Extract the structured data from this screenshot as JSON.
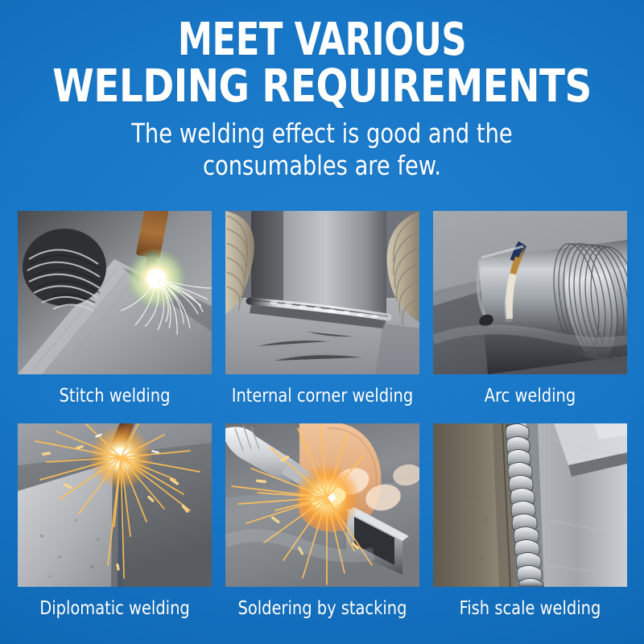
{
  "theme": {
    "background_blue": "#1374c4",
    "background_blue_light": "#2180cf",
    "background_blue_dark": "#0a5ea8",
    "text_white": "#ffffff"
  },
  "heading": {
    "line1": "MEET VARIOUS",
    "line2": "WELDING REQUIREMENTS"
  },
  "subheading": {
    "line1": "The welding effect is good and the",
    "line2": "consumables are few."
  },
  "gallery": {
    "rows": [
      {
        "items": [
          {
            "caption": "Stitch welding",
            "image_name": "stitch-welding-photo",
            "description": "Close-up of a torch tip making a stitch weld on a steel plate with a bright white arc and a spray of white sparks; a coil of steel wire rests at the left."
          },
          {
            "caption": "Internal corner welding",
            "image_name": "internal-corner-welding-photo",
            "description": "A finished fillet bead running along the inside corner joint of two brushed steel plates, with coiled rope-like wire on either side."
          },
          {
            "caption": "Arc welding",
            "image_name": "arc-welding-photo",
            "description": "Polished stainless cylindrical pipe with an external thread at one end and a circumferential weld ring showing heat-tint colours."
          }
        ]
      },
      {
        "items": [
          {
            "caption": "Diplomatic welding",
            "image_name": "diplomatic-welding-photo",
            "description": "A welding rod striking a steel sheet edge producing a dense starburst of orange sparks across a grey workbench."
          },
          {
            "caption": "Soldering by stacking",
            "image_name": "soldering-by-stacking-photo",
            "description": "A hand steadies a square steel tube while a small torch produces a burst of orange sparks at the stacked solder joint."
          },
          {
            "caption": "Fish scale welding",
            "image_name": "fish-scale-welding-photo",
            "description": "A long vertical weld bead with a regular overlapping fish-scale ripple pattern joining two grey steel plates."
          }
        ]
      }
    ]
  }
}
